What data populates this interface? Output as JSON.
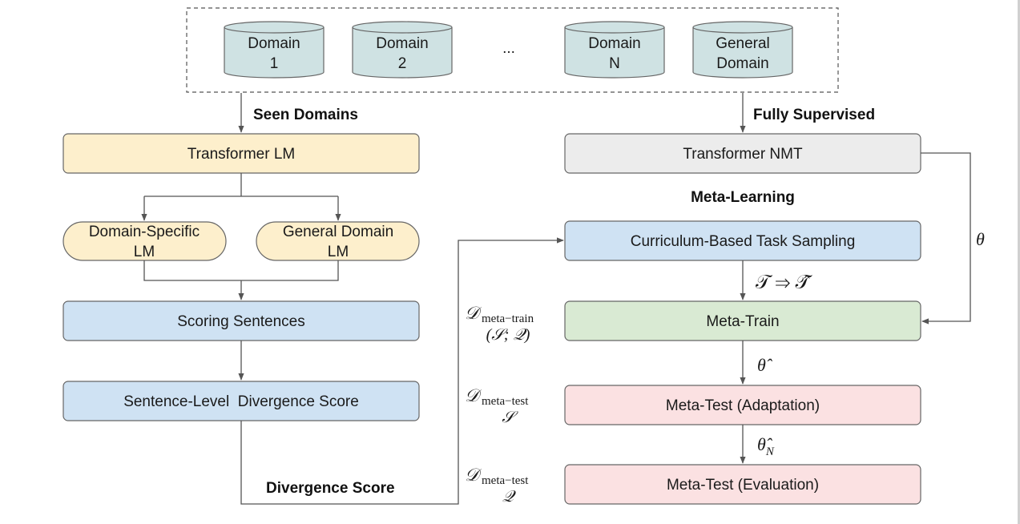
{
  "domains": {
    "domain1_line1": "Domain",
    "domain1_line2": "1",
    "domain2_line1": "Domain",
    "domain2_line2": "2",
    "ellipsis": "...",
    "domainN_line1": "Domain",
    "domainN_line2": "N",
    "general_line1": "General",
    "general_line2": "Domain"
  },
  "labels": {
    "seen_domains": "Seen Domains",
    "fully_supervised": "Fully Supervised",
    "meta_learning": "Meta-Learning",
    "divergence_score": "Divergence Score"
  },
  "left_flow": {
    "transformer_lm": "Transformer LM",
    "domain_specific_lm_line1": "Domain-Specific",
    "domain_specific_lm_line2": "LM",
    "general_domain_lm_line1": "General Domain",
    "general_domain_lm_line2": "LM",
    "scoring_sentences": "Scoring Sentences",
    "divergence_box": "Sentence-Level  Divergence Score"
  },
  "right_flow": {
    "transformer_nmt": "Transformer NMT",
    "curriculum": "Curriculum-Based Task Sampling",
    "meta_train": "Meta-Train",
    "meta_test_adapt": "Meta-Test (Adaptation)",
    "meta_test_eval": "Meta-Test (Evaluation)"
  },
  "math": {
    "theta": "θ",
    "task_sampling": "𝒯 ⇒ 𝒯̂",
    "theta_hat": "θ̂",
    "theta_hat_n_base": "θ̂",
    "theta_hat_n_sub": "N",
    "d_symbol": "𝒟",
    "meta_train_sub": "meta−train",
    "meta_train_set": "(𝒮; 𝒬)",
    "meta_test_sub": "meta−test",
    "meta_test_adapt_set": "𝒮",
    "meta_test_eval_set": "𝒬"
  },
  "colors": {
    "domain_fill": "#cfe2e3",
    "yellow_fill": "#fdefcc",
    "blue_fill": "#cfe2f3",
    "gray_fill": "#ececec",
    "green_fill": "#d9ead3",
    "pink_fill": "#fbe1e2",
    "stroke": "#666666"
  }
}
